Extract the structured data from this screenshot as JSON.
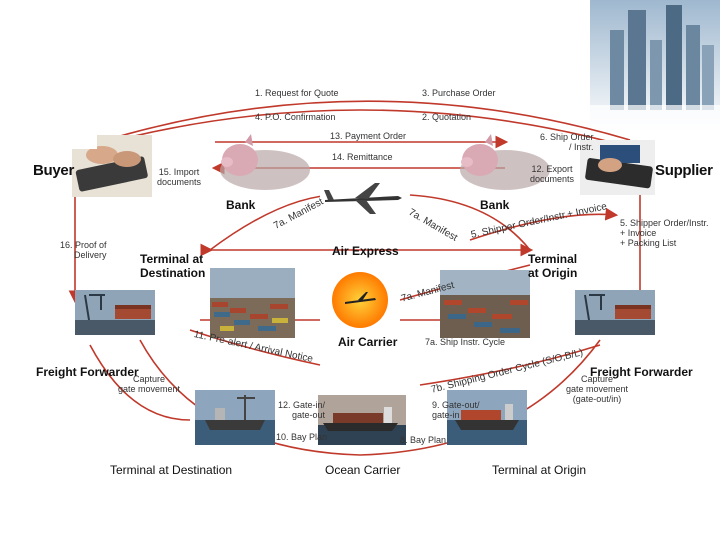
{
  "parties": {
    "buyer": "Buyer",
    "supplier": "Supplier",
    "bank_left": "Bank",
    "bank_right": "Bank",
    "terminal_dest": "Terminal at\nDestination",
    "terminal_origin": "Terminal\nat Origin",
    "air_express": "Air Express",
    "air_carrier": "Air Carrier",
    "ff_left": "Freight Forwarder",
    "ff_right": "Freight Forwarder",
    "bottom_terminal_dest": "Terminal at Destination",
    "ocean_carrier": "Ocean Carrier",
    "bottom_terminal_origin": "Terminal at Origin"
  },
  "flows": {
    "f1": "1. Request for Quote",
    "f2": "2. Quotation",
    "f3": "3. Purchase Order",
    "f4": "4. P.O. Confirmation",
    "f5_left": "5. Shipper Order/Instr.\n+ Invoice\n+ Packing List",
    "f5_curve": "5. Shipper Order/Instr.+ Invoice",
    "f6": "6. Ship Order\n/ Instr.",
    "f7a_manifest_left": "7a. Manifest",
    "f7a_manifest_right": "7a. Manifest",
    "f7a_manifest_mid": "7a. Manifest",
    "f7a_ship": "7a. Ship Instr. Cycle",
    "f7b": "7b. Shipping Order Cycle (S/O,B/L)",
    "f8": "8. Bay Plan",
    "f9": "9. Gate-out/\ngate-in",
    "f10": "10. Bay Plan",
    "f11": "11. Pre-alert / Arrival Notice",
    "f12": "12. Gate-in/\ngate-out",
    "f12_export": "12. Export\ndocuments",
    "f13": "13. Payment Order",
    "f14": "14. Remittance",
    "f15": "15. Import\ndocuments",
    "f16": "16. Proof of\nDelivery",
    "capture_left": "Capture\ngate movement",
    "capture_right": "Capture\ngate movement\n(gate-out/in)"
  },
  "colors": {
    "arrow": "#c0392b",
    "sky": "#7fa6c8",
    "sea": "#3b5d7a"
  },
  "icons": [
    "keyboard-photo",
    "piggy-bank-photo",
    "airplane-photo",
    "container-port-photo",
    "sunset-plane-photo",
    "cargo-ship-photo",
    "skyline-photo"
  ]
}
